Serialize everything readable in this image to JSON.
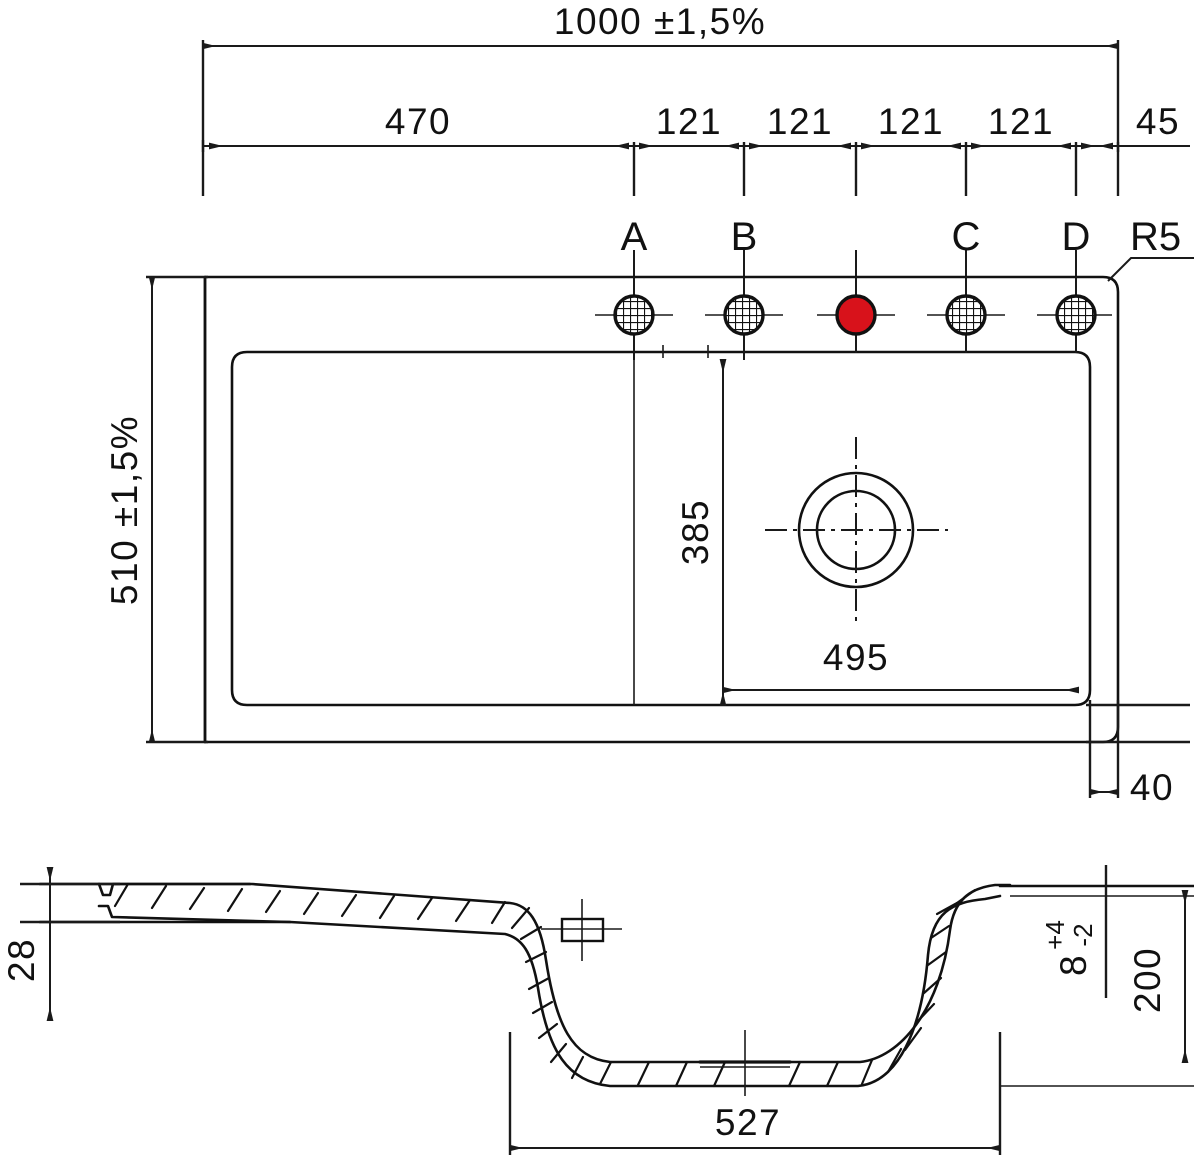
{
  "drawing": {
    "type": "technical-dimension-drawing",
    "subject": "kitchen sink with drainer board - top view and cross section",
    "units": "mm",
    "background_color": "#ffffff",
    "line_color": "#111111",
    "highlight_color": "#d8121b"
  },
  "top_view": {
    "overall_width": "1000 ±1,5%",
    "overall_depth": "510 ±1,5%",
    "chain_dimensions": [
      "470",
      "121",
      "121",
      "121",
      "121",
      "45"
    ],
    "corner_radius_note": "R5",
    "tap_hole_labels": [
      "A",
      "B",
      "C",
      "D"
    ],
    "tap_hole_count": 5,
    "highlighted_hole_index": 2,
    "bowl_offset_from_top": "40",
    "bowl_width": "385",
    "drain_center_from_left": "495"
  },
  "section_view": {
    "rim_thickness": "28",
    "bowl_depth": "200",
    "wall_tolerance": "8",
    "wall_tolerance_plus": "+4",
    "wall_tolerance_minus": "-2",
    "bowl_bottom_width": "527"
  }
}
